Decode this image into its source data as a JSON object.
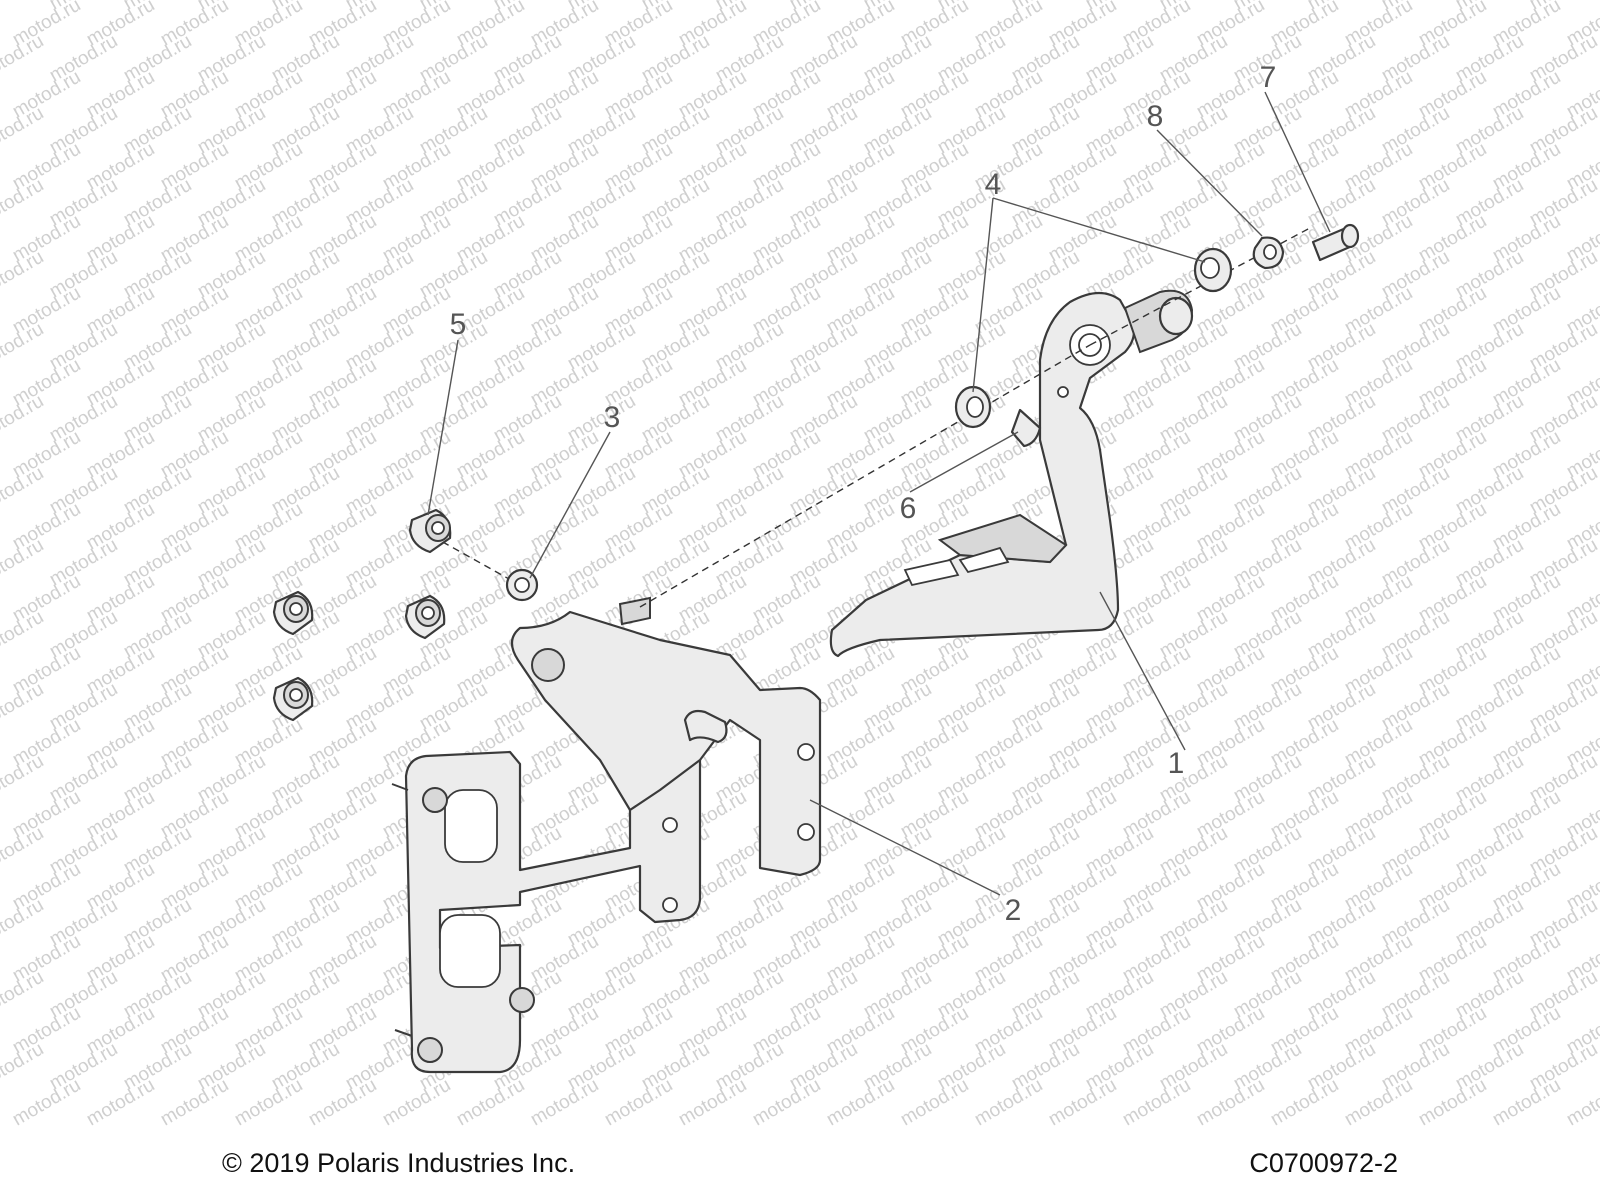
{
  "watermark": {
    "text": "motod.ru"
  },
  "callouts": [
    "1",
    "2",
    "3",
    "4",
    "5",
    "6",
    "7",
    "8"
  ],
  "footer": {
    "copyright": "© 2019 Polaris Industries Inc.",
    "figure_id": "C0700972-2"
  },
  "colors": {
    "line": "#3a3a3a",
    "part_fill": "#ececec",
    "watermark": "#cfcfcf"
  }
}
